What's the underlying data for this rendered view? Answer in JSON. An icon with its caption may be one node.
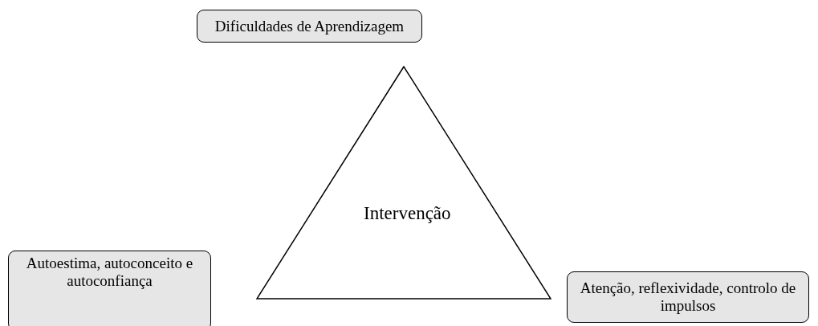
{
  "diagram": {
    "nodes": [
      {
        "text": [
          "Dificuldades de Aprendizagem"
        ]
      },
      {
        "text": [
          "Intervenção"
        ]
      },
      {
        "text": [
          "Autoestima, autoconceito e autoconfiança"
        ]
      },
      {
        "text": [
          "Atenção, reflexividade, controlo de impulsos"
        ]
      }
    ]
  }
}
